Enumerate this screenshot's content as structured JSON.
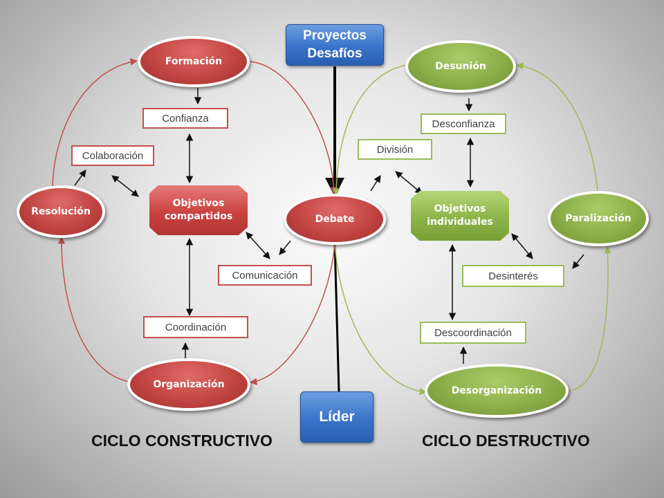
{
  "top_box": {
    "line1": "Proyectos",
    "line2": "Desafíos"
  },
  "bottom_box": "Líder",
  "center_node": "Debate",
  "constructive": {
    "title": "CICLO CONSTRUCTIVO",
    "stages": {
      "formacion": "Formación",
      "resolucion": "Resolución",
      "organizacion": "Organización"
    },
    "hub": {
      "line1": "Objetivos",
      "line2": "compartidos"
    },
    "labels": {
      "confianza": "Confianza",
      "colaboracion": "Colaboración",
      "comunicacion": "Comunicación",
      "coordinacion": "Coordinación"
    }
  },
  "destructive": {
    "title": "CICLO DESTRUCTIVO",
    "stages": {
      "desunion": "Desunión",
      "paralizacion": "Paralización",
      "desorganizacion": "Desorganización"
    },
    "hub": {
      "line1": "Objetivos",
      "line2": "individuales"
    },
    "labels": {
      "desconfianza": "Desconfianza",
      "division": "División",
      "desinteres": "Desinterés",
      "descoordinacion": "Descoordinación"
    }
  },
  "colors": {
    "constructive": "#c0504d",
    "destructive": "#9bbb59",
    "accent": "#3a73c8"
  }
}
